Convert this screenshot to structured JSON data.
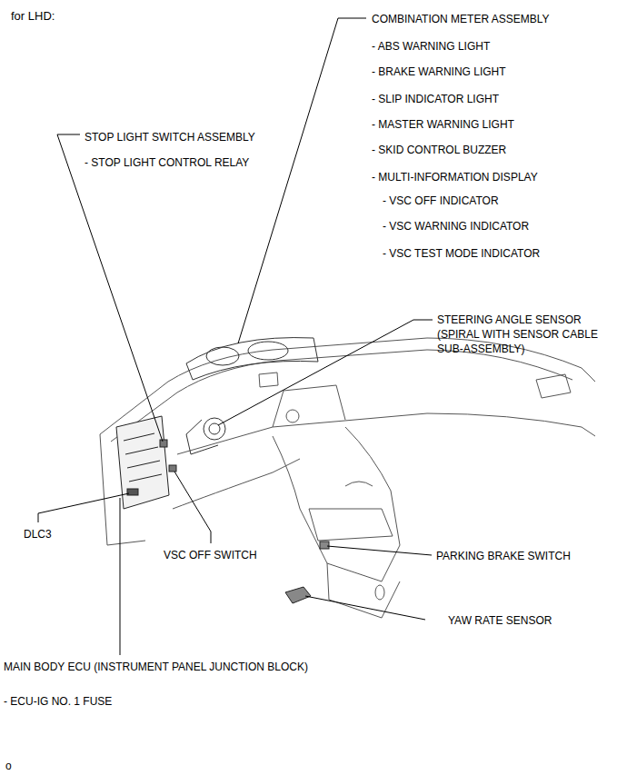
{
  "diagram": {
    "title": "for LHD:",
    "labels": [
      "COMBINATION METER ASSEMBLY",
      "- ABS WARNING LIGHT",
      "- BRAKE WARNING LIGHT",
      "- SLIP INDICATOR LIGHT",
      "- MASTER WARNING LIGHT",
      "- SKID CONTROL BUZZER",
      "- MULTI-INFORMATION DISPLAY",
      "- VSC OFF INDICATOR",
      "- VSC WARNING INDICATOR",
      "- VSC TEST MODE INDICATOR",
      "STOP LIGHT SWITCH ASSEMBLY",
      "- STOP LIGHT CONTROL RELAY",
      "STEERING ANGLE SENSOR (SPIRAL WITH SENSOR CABLE SUB-ASSEMBLY)",
      "DLC3",
      "VSC OFF SWITCH",
      "PARKING BRAKE SWITCH",
      "YAW RATE SENSOR",
      "MAIN BODY ECU (INSTRUMENT PANEL JUNCTION BLOCK)",
      "- ECU-IG NO. 1 FUSE",
      "o"
    ]
  }
}
